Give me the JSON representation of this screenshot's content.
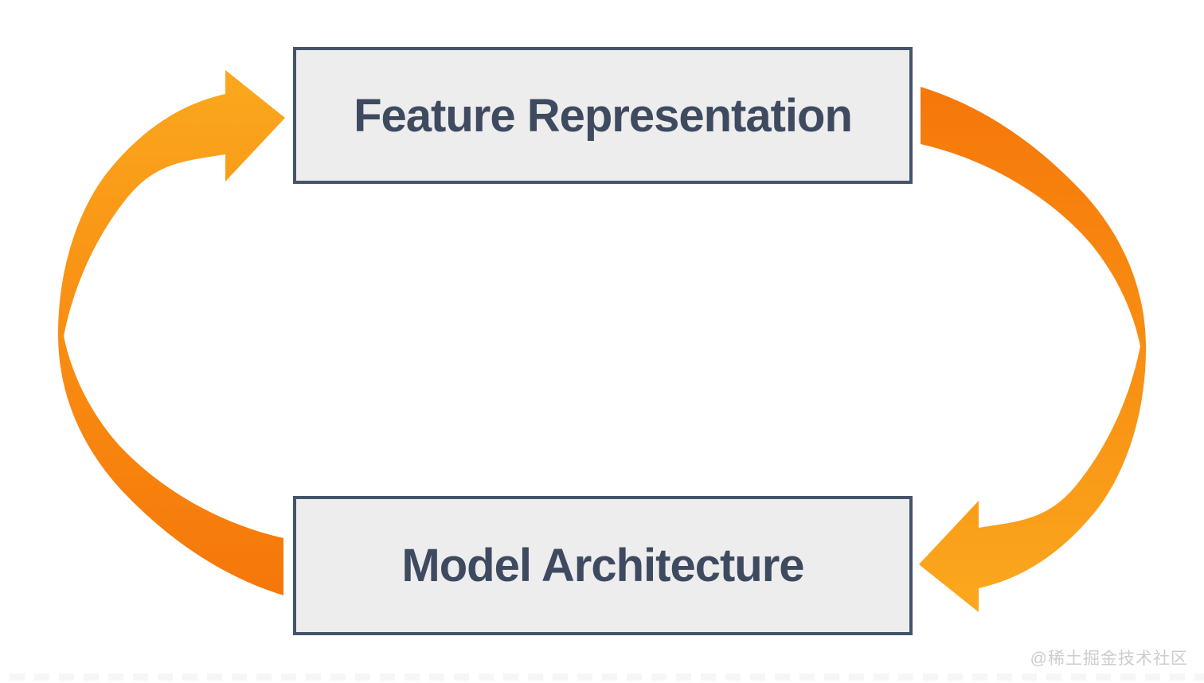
{
  "diagram": {
    "type": "cycle",
    "nodes": [
      {
        "id": "feature-representation",
        "label": "Feature Representation"
      },
      {
        "id": "model-architecture",
        "label": "Model Architecture"
      }
    ],
    "edges": [
      {
        "from": "model-architecture",
        "to": "feature-representation",
        "side": "left",
        "direction": "up"
      },
      {
        "from": "feature-representation",
        "to": "model-architecture",
        "side": "right",
        "direction": "down"
      }
    ],
    "colors": {
      "node_fill": "#EDEDEE",
      "node_border": "#44546A",
      "node_text": "#3E4A5F",
      "arrow_tail_dark_orange": "#F6770A",
      "arrow_mid_orange": "#F88E12",
      "arrow_head_light_amber": "#FBA81E"
    }
  },
  "watermark": {
    "text": "@稀土掘金技术社区",
    "color": "#CDCDCD"
  }
}
